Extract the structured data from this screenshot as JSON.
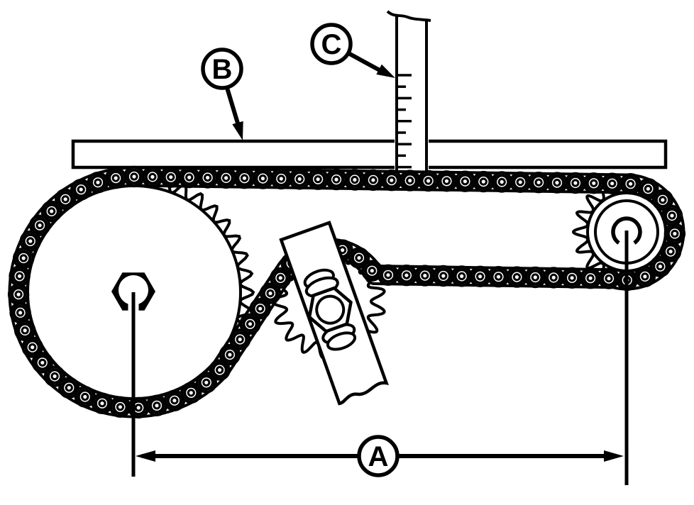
{
  "canvas": {
    "background": "#ffffff",
    "line_color": "#000000"
  },
  "callouts": {
    "a": {
      "letter": "A"
    },
    "b": {
      "letter": "B"
    },
    "c": {
      "letter": "C"
    }
  },
  "ruler": {
    "tick_count": 10
  }
}
